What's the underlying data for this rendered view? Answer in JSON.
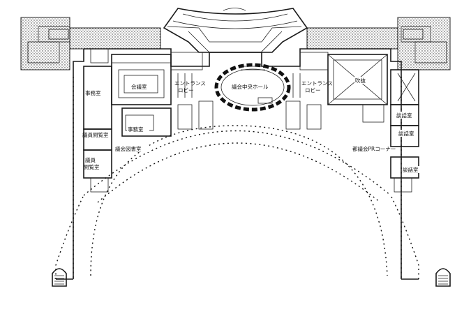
{
  "rooms": {
    "jimukyoku": "事務室",
    "kaigishitsu": "会議室",
    "entrance_left": [
      "エントランス",
      "ロビー"
    ],
    "central_hall": "議会中央ホール",
    "entrance_right": [
      "エントランス",
      "ロビー"
    ],
    "fukinuke": "吹抜",
    "danwa_1": "談話室",
    "danwa_2": "談話室",
    "danwa_3": "談話室",
    "giin_etsuran": "議員閲覧室",
    "jimushitsu": "事務室",
    "toshoshitsu": "議会図書室",
    "giin_etsuran_2": [
      "議員",
      "閲覧室"
    ],
    "pr_corner": "都議会PRコーナー"
  }
}
